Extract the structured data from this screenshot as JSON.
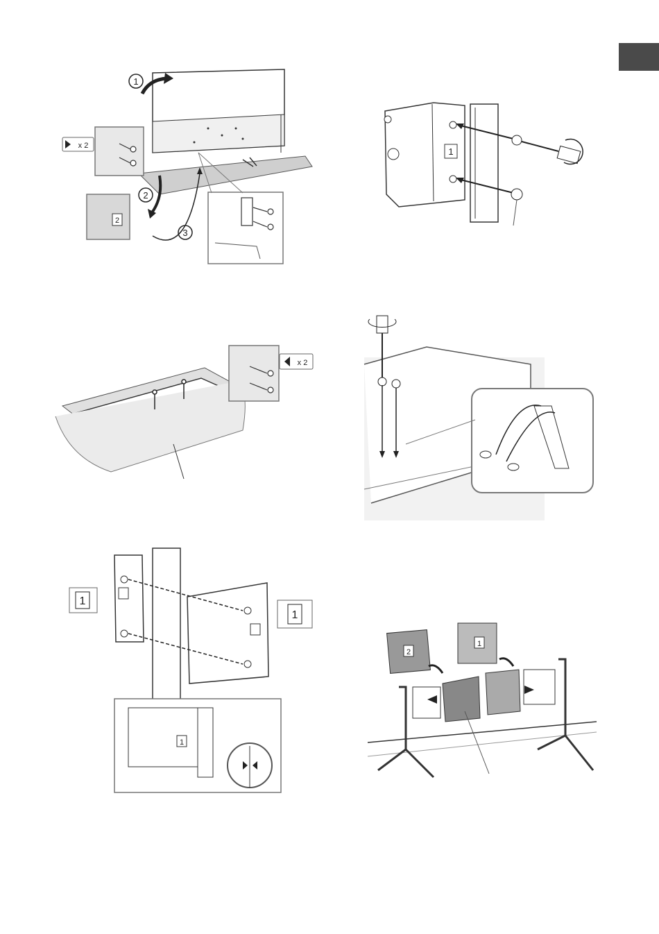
{
  "language_tab": {
    "color": "#4a4a4a"
  },
  "figures": {
    "remove_stand": {
      "steps": [
        "1",
        "2",
        "3"
      ],
      "screws_count": "x 2",
      "bracket_number": "2"
    },
    "attach_bracket_rear": {
      "bracket_number": "1"
    },
    "laid_down_tv": {
      "screws_count": "x 2"
    },
    "screw_in_top": {},
    "align_brackets": {
      "bracket_number_left": "1",
      "bracket_number_right": "1",
      "bracket_number_zoom": "1"
    },
    "detach_covers": {
      "bracket_number_left": "2",
      "bracket_number_right": "1"
    }
  }
}
